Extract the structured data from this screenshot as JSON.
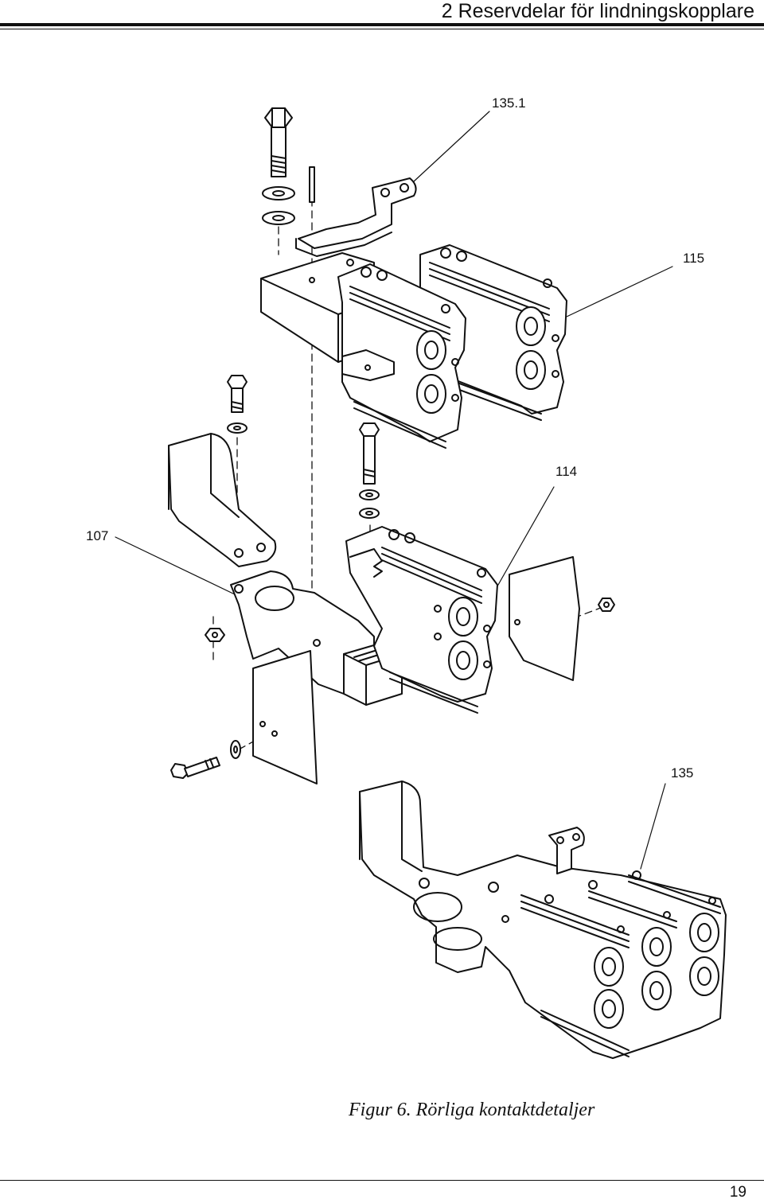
{
  "header": {
    "title": "2  Reservdelar för lindningskopplare"
  },
  "figure": {
    "callouts": [
      "135.1",
      "115",
      "114",
      "107",
      "135"
    ],
    "caption": "Figur 6. Rörliga kontaktdetaljer"
  },
  "footer": {
    "page_number": "19"
  }
}
